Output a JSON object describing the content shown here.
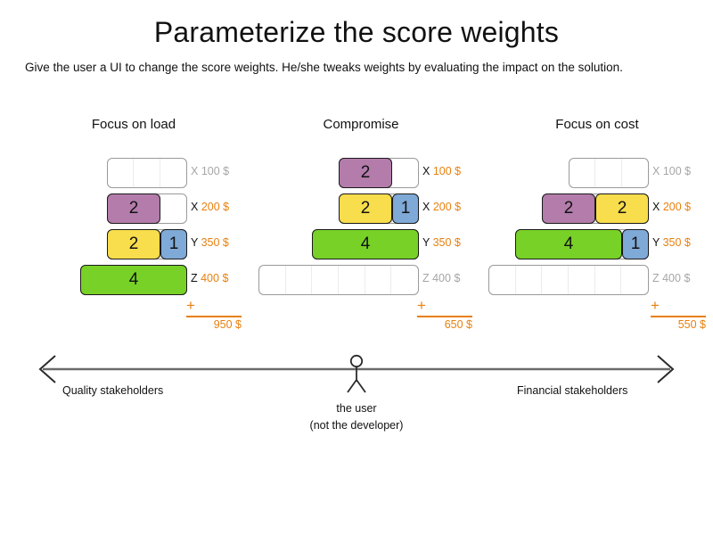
{
  "header": {
    "title": "Parameterize the score weights",
    "subtitle": "Give the user a UI to change the score weights. He/she tweaks weights by evaluating the impact on the solution."
  },
  "scenarios": [
    {
      "name": "Focus on load",
      "sum_plus": "+",
      "total": "950 $",
      "rows": [
        {
          "key": "X",
          "amount": "100 $",
          "active": false,
          "cells": 3,
          "segments": []
        },
        {
          "key": "X",
          "amount": "200 $",
          "active": true,
          "cells": 3,
          "segments": [
            {
              "color": "purple",
              "value": "2",
              "cells": 2
            }
          ]
        },
        {
          "key": "Y",
          "amount": "350 $",
          "active": true,
          "cells": 3,
          "segments": [
            {
              "color": "yellow",
              "value": "2",
              "cells": 2
            },
            {
              "color": "blue",
              "value": "1",
              "cells": 1
            }
          ]
        },
        {
          "key": "Z",
          "amount": "400 $",
          "active": true,
          "cells": 3,
          "segments": [
            {
              "color": "green",
              "value": "4",
              "cells": 4
            }
          ]
        }
      ]
    },
    {
      "name": "Compromise",
      "sum_plus": "+",
      "total": "650 $",
      "rows": [
        {
          "key": "X",
          "amount": "100 $",
          "active": true,
          "cells": 3,
          "segments": [
            {
              "color": "purple",
              "value": "2",
              "cells": 2
            }
          ]
        },
        {
          "key": "X",
          "amount": "200 $",
          "active": true,
          "cells": 3,
          "segments": [
            {
              "color": "yellow",
              "value": "2",
              "cells": 2
            },
            {
              "color": "blue",
              "value": "1",
              "cells": 1
            }
          ]
        },
        {
          "key": "Y",
          "amount": "350 $",
          "active": true,
          "cells": 3,
          "segments": [
            {
              "color": "green",
              "value": "4",
              "cells": 4
            }
          ]
        },
        {
          "key": "Z",
          "amount": "400 $",
          "active": false,
          "cells": 6,
          "segments": []
        }
      ]
    },
    {
      "name": "Focus on cost",
      "sum_plus": "+",
      "total": "550 $",
      "rows": [
        {
          "key": "X",
          "amount": "100 $",
          "active": false,
          "cells": 3,
          "segments": []
        },
        {
          "key": "X",
          "amount": "200 $",
          "active": true,
          "cells": 3,
          "segments": [
            {
              "color": "purple",
              "value": "2",
              "cells": 2
            },
            {
              "color": "yellow",
              "value": "2",
              "cells": 2
            }
          ]
        },
        {
          "key": "Y",
          "amount": "350 $",
          "active": true,
          "cells": 3,
          "segments": [
            {
              "color": "green",
              "value": "4",
              "cells": 4
            },
            {
              "color": "blue",
              "value": "1",
              "cells": 1
            }
          ]
        },
        {
          "key": "Z",
          "amount": "400 $",
          "active": false,
          "cells": 6,
          "segments": []
        }
      ]
    }
  ],
  "spectrum": {
    "left_label": "Quality stakeholders",
    "right_label": "Financial stakeholders",
    "user_line1": "the user",
    "user_line2": "(not the developer)"
  },
  "colors": {
    "purple": "#b37cab",
    "yellow": "#f8dd4c",
    "blue": "#7fa9d6",
    "green": "#78d127",
    "accent_orange": "#e8800f",
    "inactive_gray": "#a6a6a6",
    "track_border": "#9a9a9a"
  }
}
